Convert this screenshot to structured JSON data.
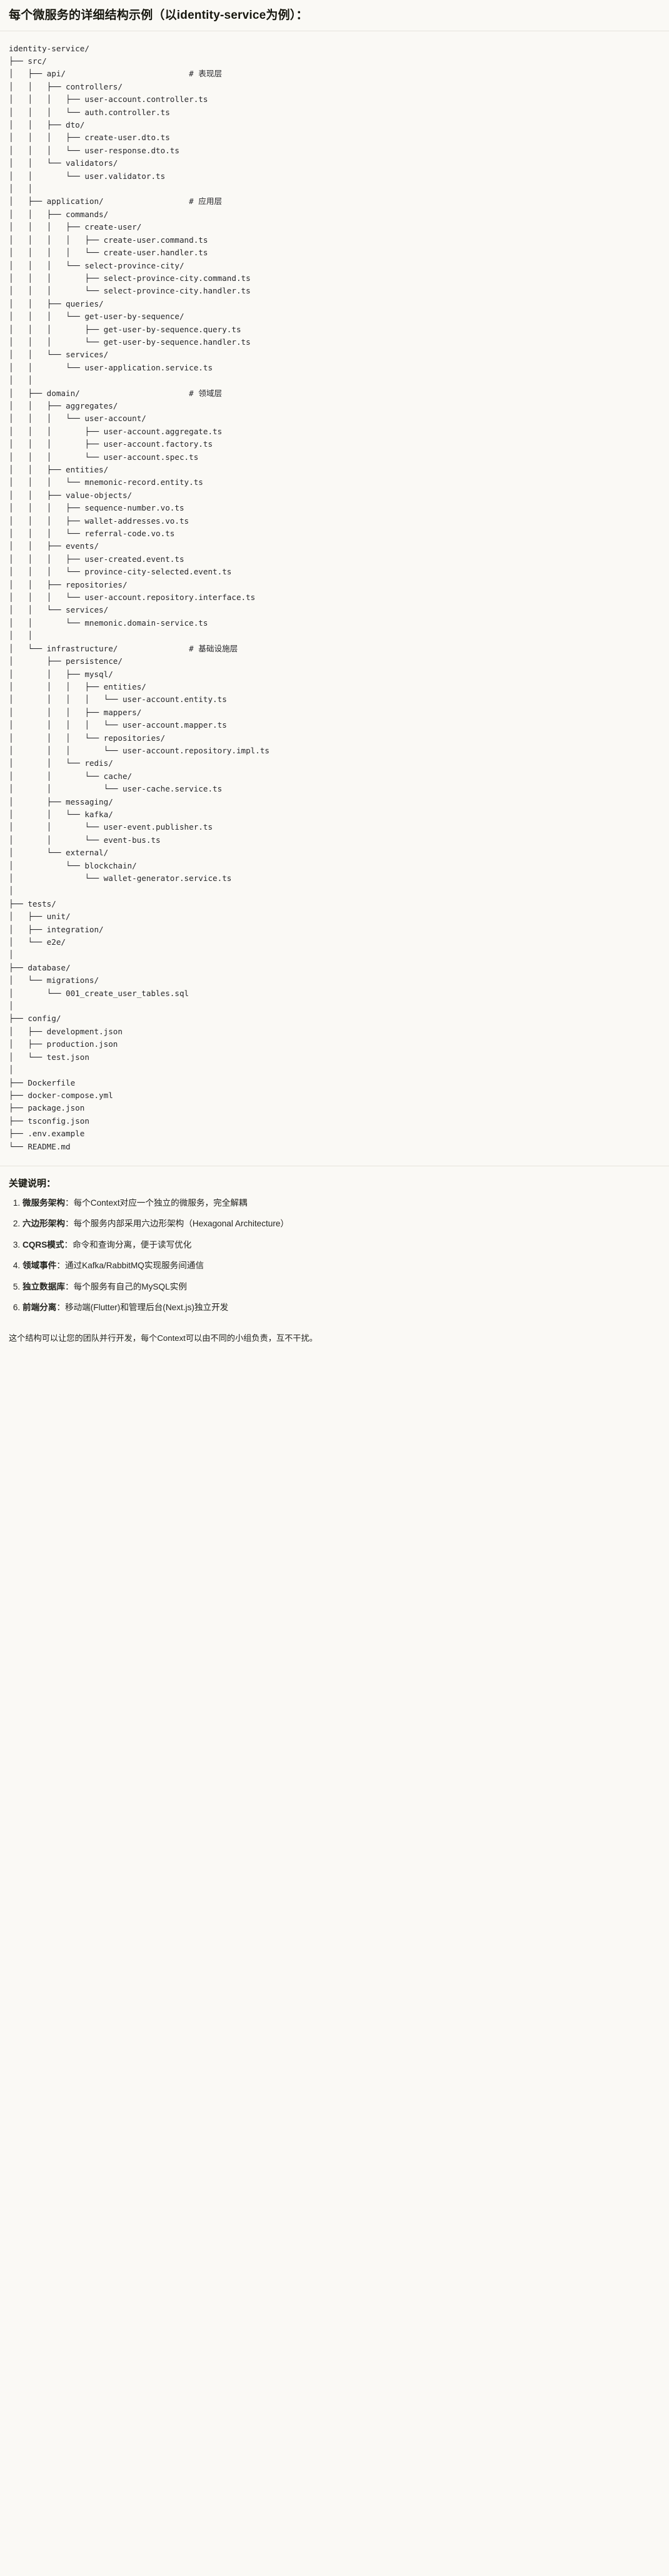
{
  "document": {
    "title": "每个微服务的详细结构示例（以identity-service为例）：",
    "notes_heading": "关键说明：",
    "closing": "这个结构可以让您的团队并行开发，每个Context可以由不同的小组负责，互不干扰。"
  },
  "colors": {
    "page_background": "#faf9f5",
    "text": "#23231f",
    "code_text": "#26262a",
    "comment_text": "#4a4a4f",
    "rule": "#e6e4dc"
  },
  "tree": {
    "root": "identity-service/",
    "comments": {
      "api": "# 表现层",
      "application": "# 应用层",
      "domain": "# 领域层",
      "infrastructure": "# 基础设施层"
    },
    "text": "identity-service/\n├── src/\n│   ├── api/                          # 表现层\n│   │   ├── controllers/\n│   │   │   ├── user-account.controller.ts\n│   │   │   └── auth.controller.ts\n│   │   ├── dto/\n│   │   │   ├── create-user.dto.ts\n│   │   │   └── user-response.dto.ts\n│   │   └── validators/\n│   │       └── user.validator.ts\n│   │\n│   ├── application/                  # 应用层\n│   │   ├── commands/\n│   │   │   ├── create-user/\n│   │   │   │   ├── create-user.command.ts\n│   │   │   │   └── create-user.handler.ts\n│   │   │   └── select-province-city/\n│   │   │       ├── select-province-city.command.ts\n│   │   │       └── select-province-city.handler.ts\n│   │   ├── queries/\n│   │   │   └── get-user-by-sequence/\n│   │   │       ├── get-user-by-sequence.query.ts\n│   │   │       └── get-user-by-sequence.handler.ts\n│   │   └── services/\n│   │       └── user-application.service.ts\n│   │\n│   ├── domain/                       # 领域层\n│   │   ├── aggregates/\n│   │   │   └── user-account/\n│   │   │       ├── user-account.aggregate.ts\n│   │   │       ├── user-account.factory.ts\n│   │   │       └── user-account.spec.ts\n│   │   ├── entities/\n│   │   │   └── mnemonic-record.entity.ts\n│   │   ├── value-objects/\n│   │   │   ├── sequence-number.vo.ts\n│   │   │   ├── wallet-addresses.vo.ts\n│   │   │   └── referral-code.vo.ts\n│   │   ├── events/\n│   │   │   ├── user-created.event.ts\n│   │   │   └── province-city-selected.event.ts\n│   │   ├── repositories/\n│   │   │   └── user-account.repository.interface.ts\n│   │   └── services/\n│   │       └── mnemonic.domain-service.ts\n│   │\n│   └── infrastructure/               # 基础设施层\n│       ├── persistence/\n│       │   ├── mysql/\n│       │   │   ├── entities/\n│       │   │   │   └── user-account.entity.ts\n│       │   │   ├── mappers/\n│       │   │   │   └── user-account.mapper.ts\n│       │   │   └── repositories/\n│       │   │       └── user-account.repository.impl.ts\n│       │   └── redis/\n│       │       └── cache/\n│       │           └── user-cache.service.ts\n│       ├── messaging/\n│       │   └── kafka/\n│       │       └── user-event.publisher.ts\n│       │       └── event-bus.ts\n│       └── external/\n│           └── blockchain/\n│               └── wallet-generator.service.ts\n│\n├── tests/\n│   ├── unit/\n│   ├── integration/\n│   └── e2e/\n│\n├── database/\n│   └── migrations/\n│       └── 001_create_user_tables.sql\n│\n├── config/\n│   ├── development.json\n│   ├── production.json\n│   └── test.json\n│\n├── Dockerfile\n├── docker-compose.yml\n├── package.json\n├── tsconfig.json\n├── .env.example\n└── README.md"
  },
  "notes": [
    {
      "term": "微服务架构",
      "sep": "：",
      "desc": "每个Context对应一个独立的微服务，完全解耦"
    },
    {
      "term": "六边形架构",
      "sep": "：",
      "desc": "每个服务内部采用六边形架构（Hexagonal Architecture）"
    },
    {
      "term": "CQRS模式",
      "sep": "：",
      "desc": "命令和查询分离，便于读写优化"
    },
    {
      "term": "领域事件",
      "sep": "：",
      "desc": "通过Kafka/RabbitMQ实现服务间通信"
    },
    {
      "term": "独立数据库",
      "sep": "：",
      "desc": "每个服务有自己的MySQL实例"
    },
    {
      "term": "前端分离",
      "sep": "：",
      "desc": "移动端(Flutter)和管理后台(Next.js)独立开发"
    }
  ]
}
